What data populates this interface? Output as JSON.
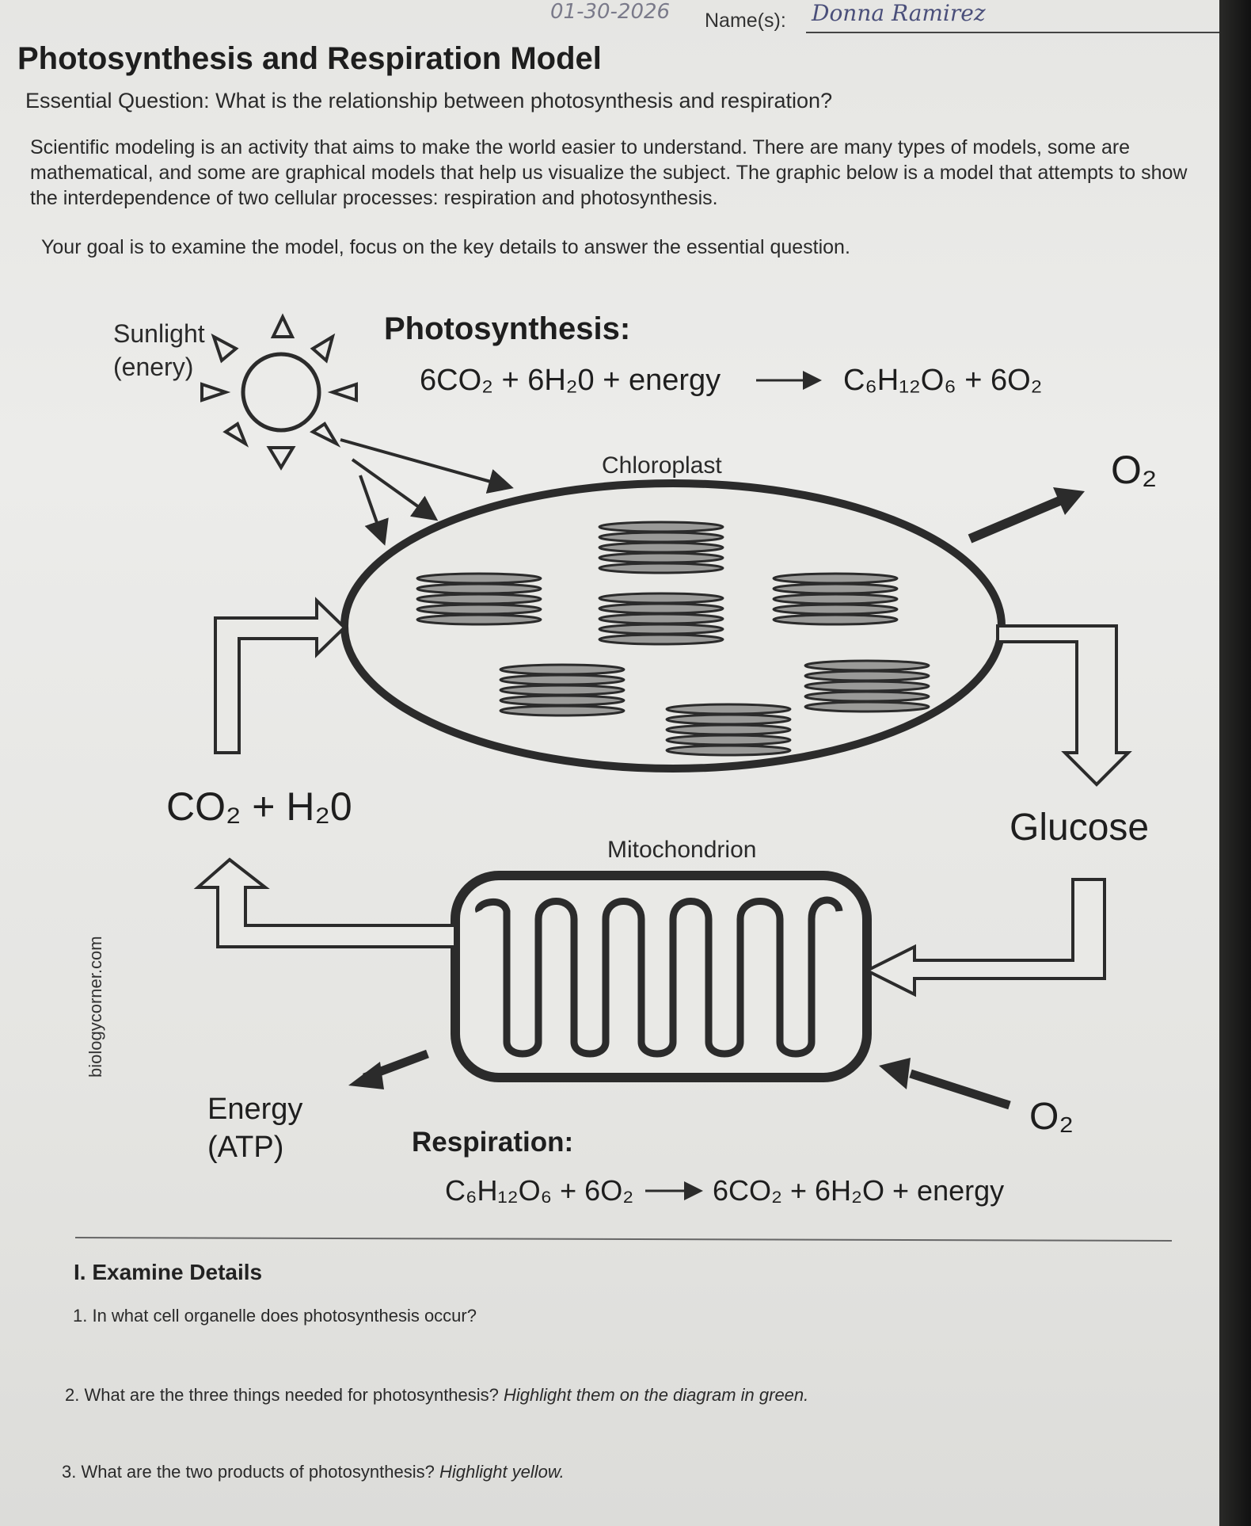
{
  "header": {
    "date_note": "01-30-2026",
    "name_label": "Name(s):",
    "name_value": "Donna Ramirez"
  },
  "title": "Photosynthesis and Respiration Model",
  "essential_question": "Essential Question: What is the relationship between photosynthesis and respiration?",
  "intro_paragraph": "Scientific modeling is an activity that aims to make the world easier to understand. There are many types of models, some are mathematical, and some are graphical models that help us visualize the subject. The graphic below is a model that attempts to show the interdependence of two cellular processes: respiration and photosynthesis.",
  "goal": "Your goal is to examine the model, focus on the key details to answer the essential question.",
  "diagram": {
    "sunlight_label": "Sunlight",
    "sunlight_sub": "(enery)",
    "photosynthesis_title": "Photosynthesis:",
    "photosynthesis_eq_left": "6CO₂ + 6H₂0 + energy",
    "photosynthesis_eq_right": "C₆H₁₂O₆ + 6O₂",
    "chloroplast_label": "Chloroplast",
    "o2_top": "O₂",
    "co2_h2o": "CO₂ + H₂0",
    "glucose": "Glucose",
    "mitochondrion_label": "Mitochondrion",
    "energy_label": "Energy",
    "atp_label": "(ATP)",
    "o2_bottom": "O₂",
    "respiration_title": "Respiration:",
    "respiration_eq_left": "C₆H₁₂O₆ + 6O₂",
    "respiration_eq_right": "6CO₂ + 6H₂O + energy",
    "credit": "biologycorner.com"
  },
  "section": {
    "title": "I. Examine Details",
    "questions": [
      {
        "text": "1. In what cell organelle does photosynthesis occur?",
        "highlight": ""
      },
      {
        "text": "2. What are the three things needed for photosynthesis?",
        "highlight": "Highlight them on the diagram in green."
      },
      {
        "text": "3. What are the two products of photosynthesis?",
        "highlight": "Highlight yellow."
      }
    ]
  }
}
